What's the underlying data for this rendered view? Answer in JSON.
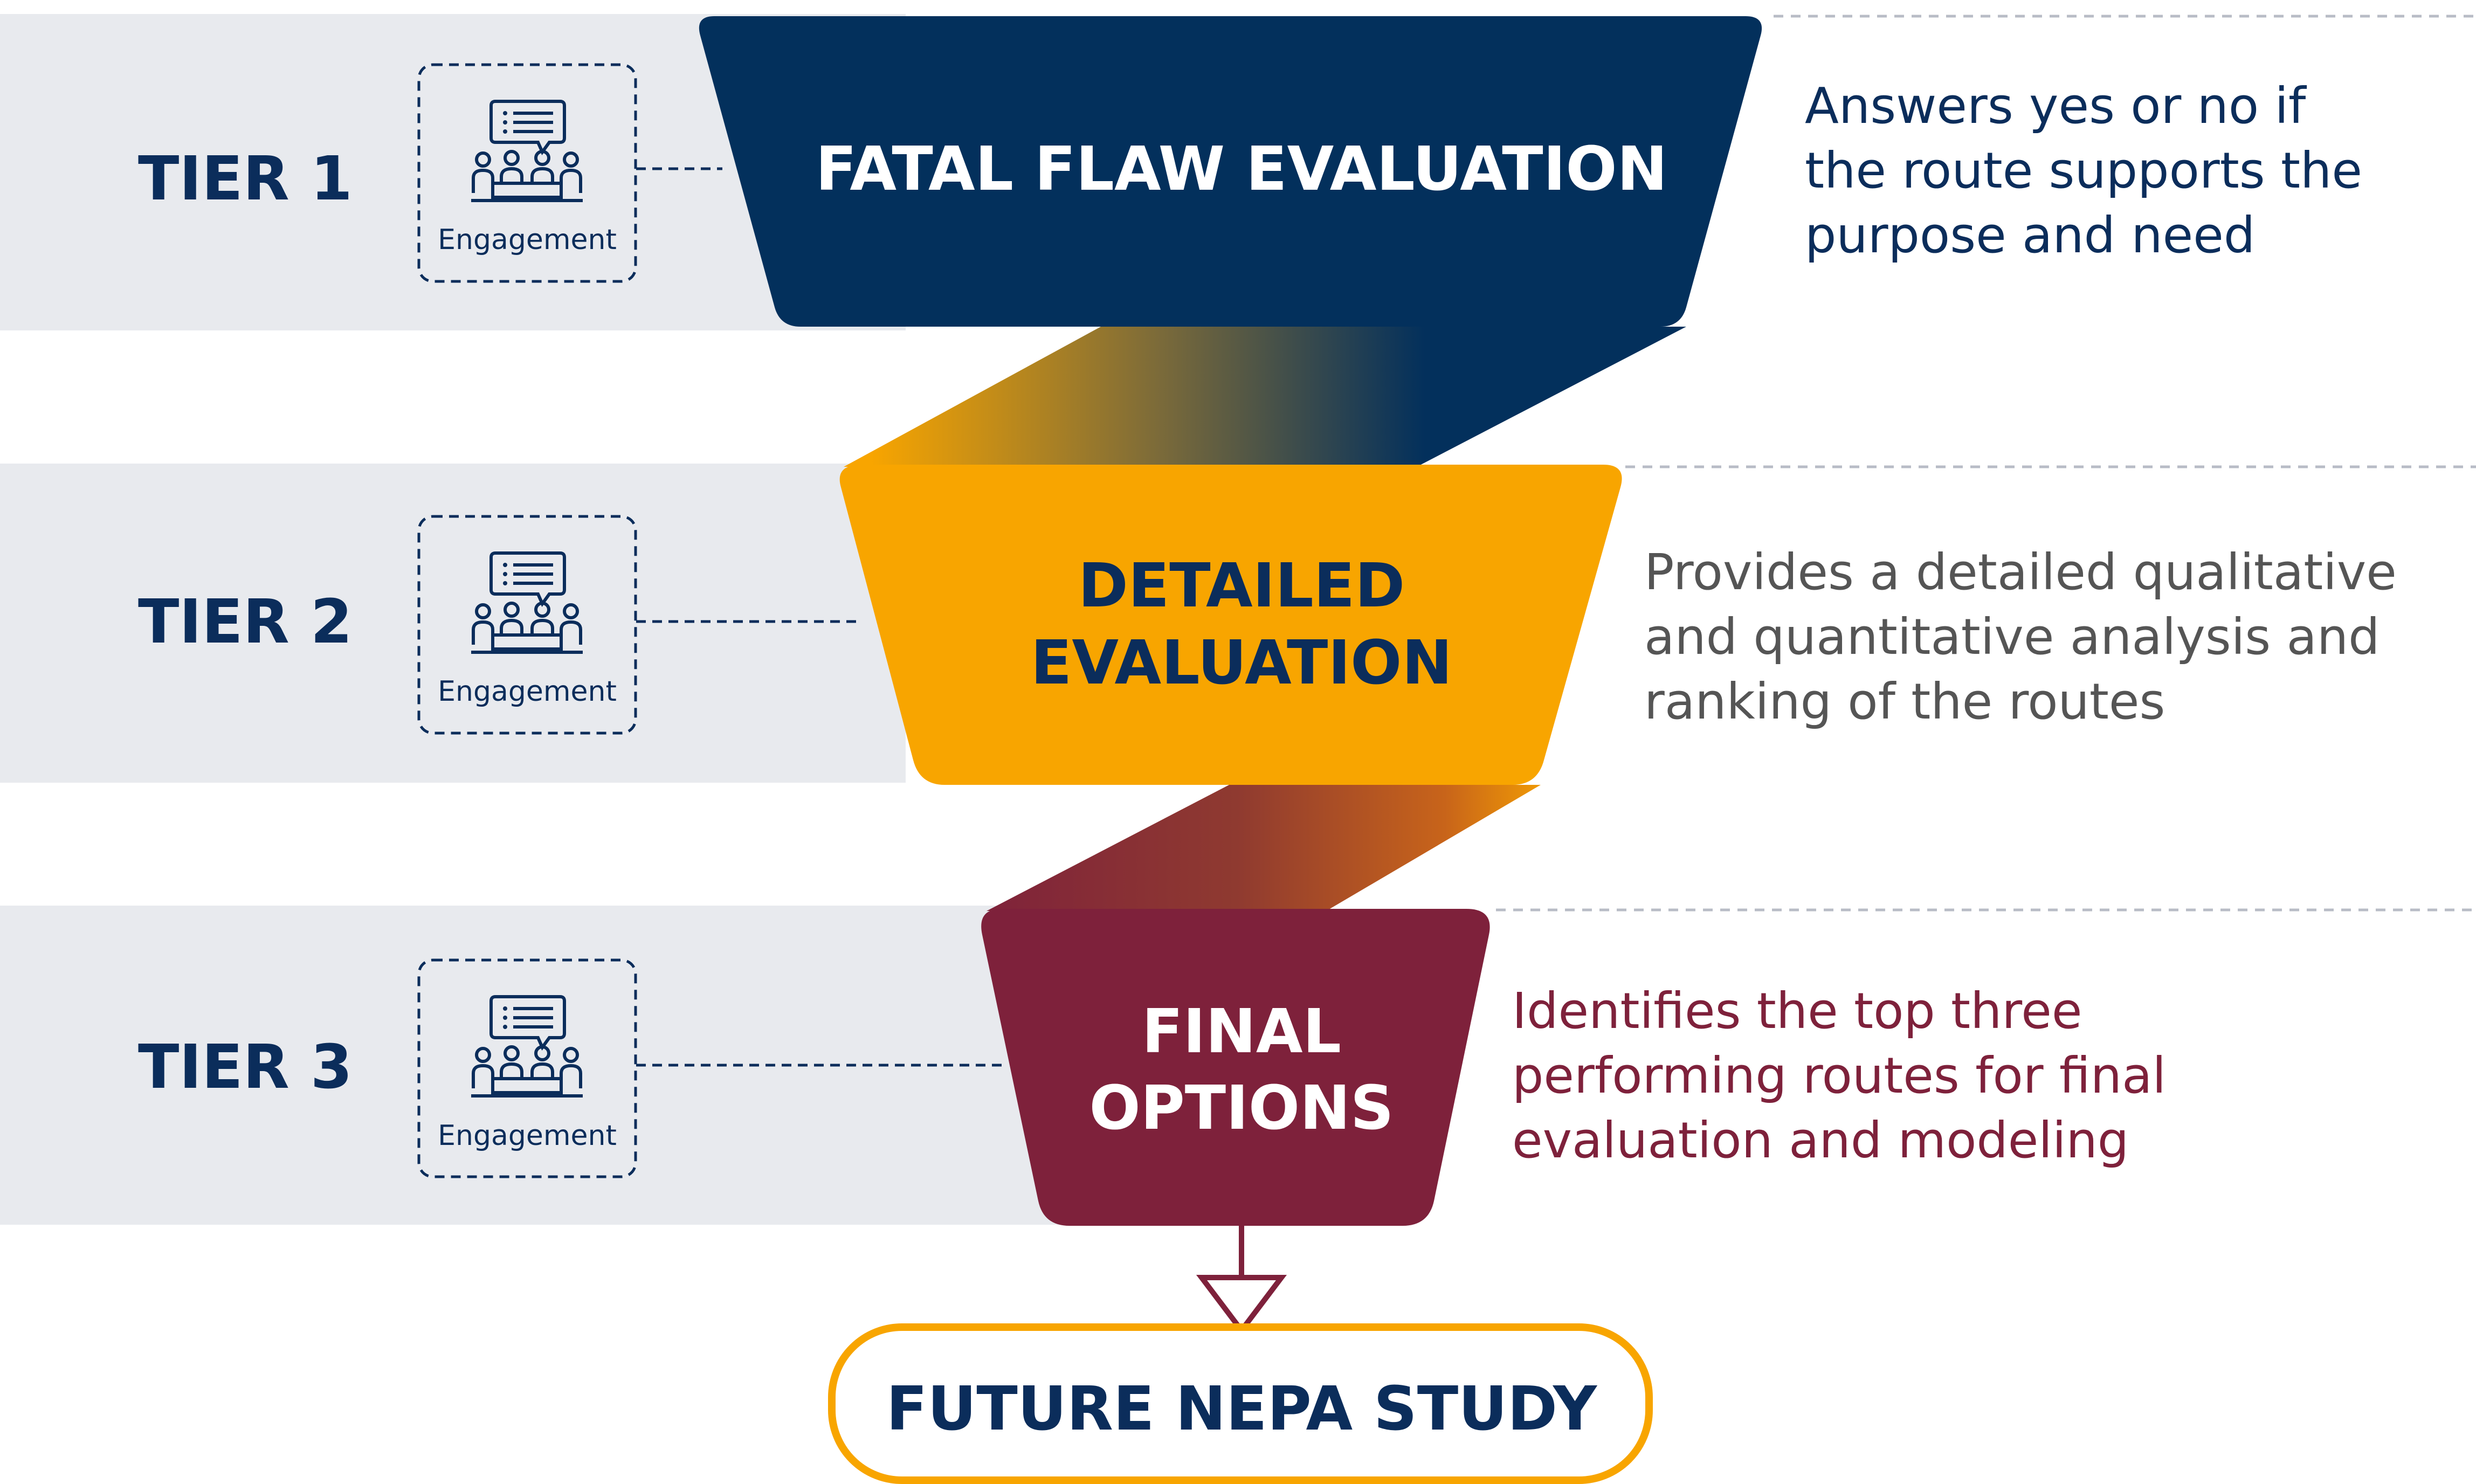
{
  "tiers": [
    {
      "label": "TIER 1",
      "engagement_label": "Engagement",
      "stage_lines": [
        "FATAL FLAW EVALUATION"
      ],
      "stage_color": "#03305c",
      "stage_text_color": "#ffffff",
      "description_lines": [
        "Answers yes or no if",
        "the route supports the",
        "purpose and need"
      ],
      "description_color": "#0b2d5b"
    },
    {
      "label": "TIER 2",
      "engagement_label": "Engagement",
      "stage_lines": [
        "DETAILED",
        "EVALUATION"
      ],
      "stage_color": "#f8a500",
      "stage_text_color": "#0b2d5b",
      "description_lines": [
        "Provides a detailed qualitative",
        "and quantitative analysis and",
        "ranking of the routes"
      ],
      "description_color": "#555555"
    },
    {
      "label": "TIER 3",
      "engagement_label": "Engagement",
      "stage_lines": [
        "FINAL",
        "OPTIONS"
      ],
      "stage_color": "#7e213b",
      "stage_text_color": "#ffffff",
      "description_lines": [
        "Identifies the top three",
        "performing routes for final",
        "evaluation and modeling"
      ],
      "description_color": "#7e213b"
    }
  ],
  "final_step": {
    "label": "FUTURE NEPA STUDY",
    "border_color": "#f8a500",
    "text_color": "#0b2d5b"
  },
  "icons": {
    "engagement": "meeting-icon"
  },
  "colors": {
    "band": "#e8eaee",
    "navy": "#0b2d5b",
    "dashed_line": "#b8bcc6"
  }
}
